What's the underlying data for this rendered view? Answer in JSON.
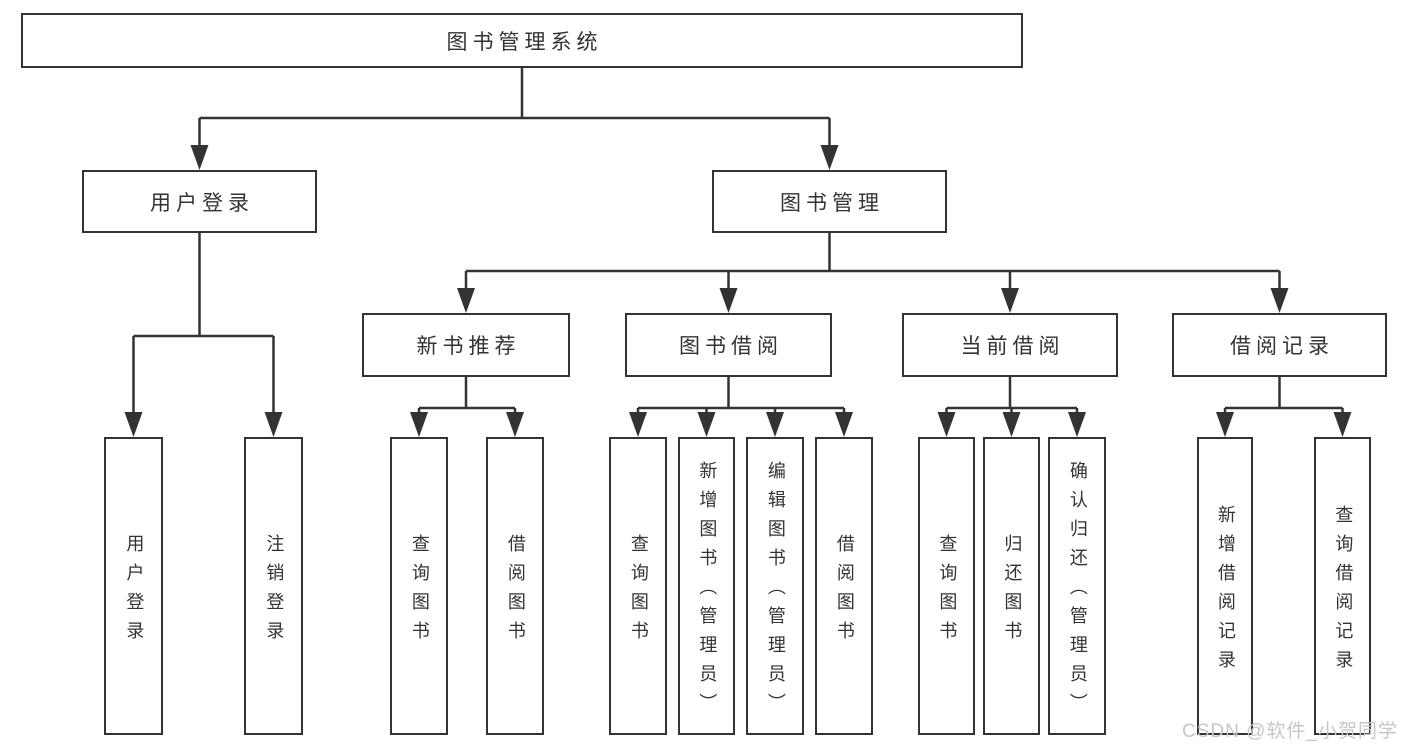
{
  "tree": {
    "root": {
      "label": "图书管理系统"
    },
    "branches": [
      {
        "label": "用户登录",
        "children": [
          {
            "label": "用户登录"
          },
          {
            "label": "注销登录"
          }
        ]
      },
      {
        "label": "图书管理",
        "children": [
          {
            "label": "新书推荐",
            "children": [
              {
                "label": "查询图书"
              },
              {
                "label": "借阅图书"
              }
            ]
          },
          {
            "label": "图书借阅",
            "children": [
              {
                "label": "查询图书"
              },
              {
                "label": "新增图书（管理员）"
              },
              {
                "label": "编辑图书（管理员）"
              },
              {
                "label": "借阅图书"
              }
            ]
          },
          {
            "label": "当前借阅",
            "children": [
              {
                "label": "查询图书"
              },
              {
                "label": "归还图书"
              },
              {
                "label": "确认归还（管理员）"
              }
            ]
          },
          {
            "label": "借阅记录",
            "children": [
              {
                "label": "新增借阅记录"
              },
              {
                "label": "查询借阅记录"
              }
            ]
          }
        ]
      }
    ]
  },
  "watermark": "CSDN @软件_小贺同学",
  "colors": {
    "line": "#333333",
    "text": "#333333",
    "watermark": "#c6c6c6",
    "background": "#ffffff"
  }
}
